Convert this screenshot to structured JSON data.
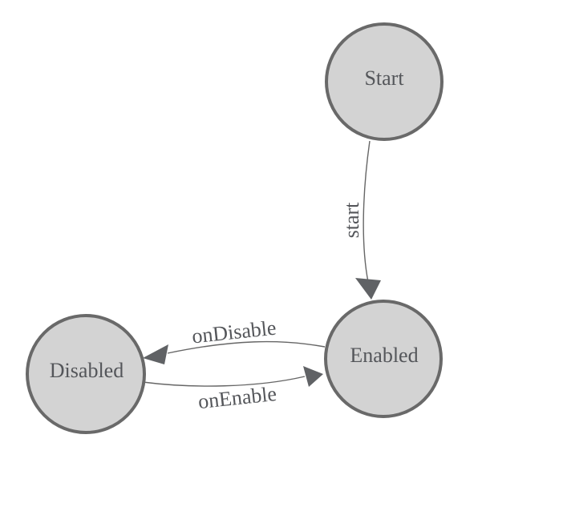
{
  "diagram": {
    "type": "state-machine",
    "background_color": "#ffffff",
    "node_fill_color": "#d3d3d3",
    "node_border_color": "#696969",
    "edge_color": "#666666",
    "arrow_color": "#606265",
    "text_color": "#54565a",
    "nodes": [
      {
        "id": "start",
        "label": "Start"
      },
      {
        "id": "enabled",
        "label": "Enabled"
      },
      {
        "id": "disabled",
        "label": "Disabled"
      }
    ],
    "edges": [
      {
        "from": "start",
        "to": "enabled",
        "label": "start"
      },
      {
        "from": "enabled",
        "to": "disabled",
        "label": "onDisable"
      },
      {
        "from": "disabled",
        "to": "enabled",
        "label": "onEnable"
      }
    ]
  }
}
